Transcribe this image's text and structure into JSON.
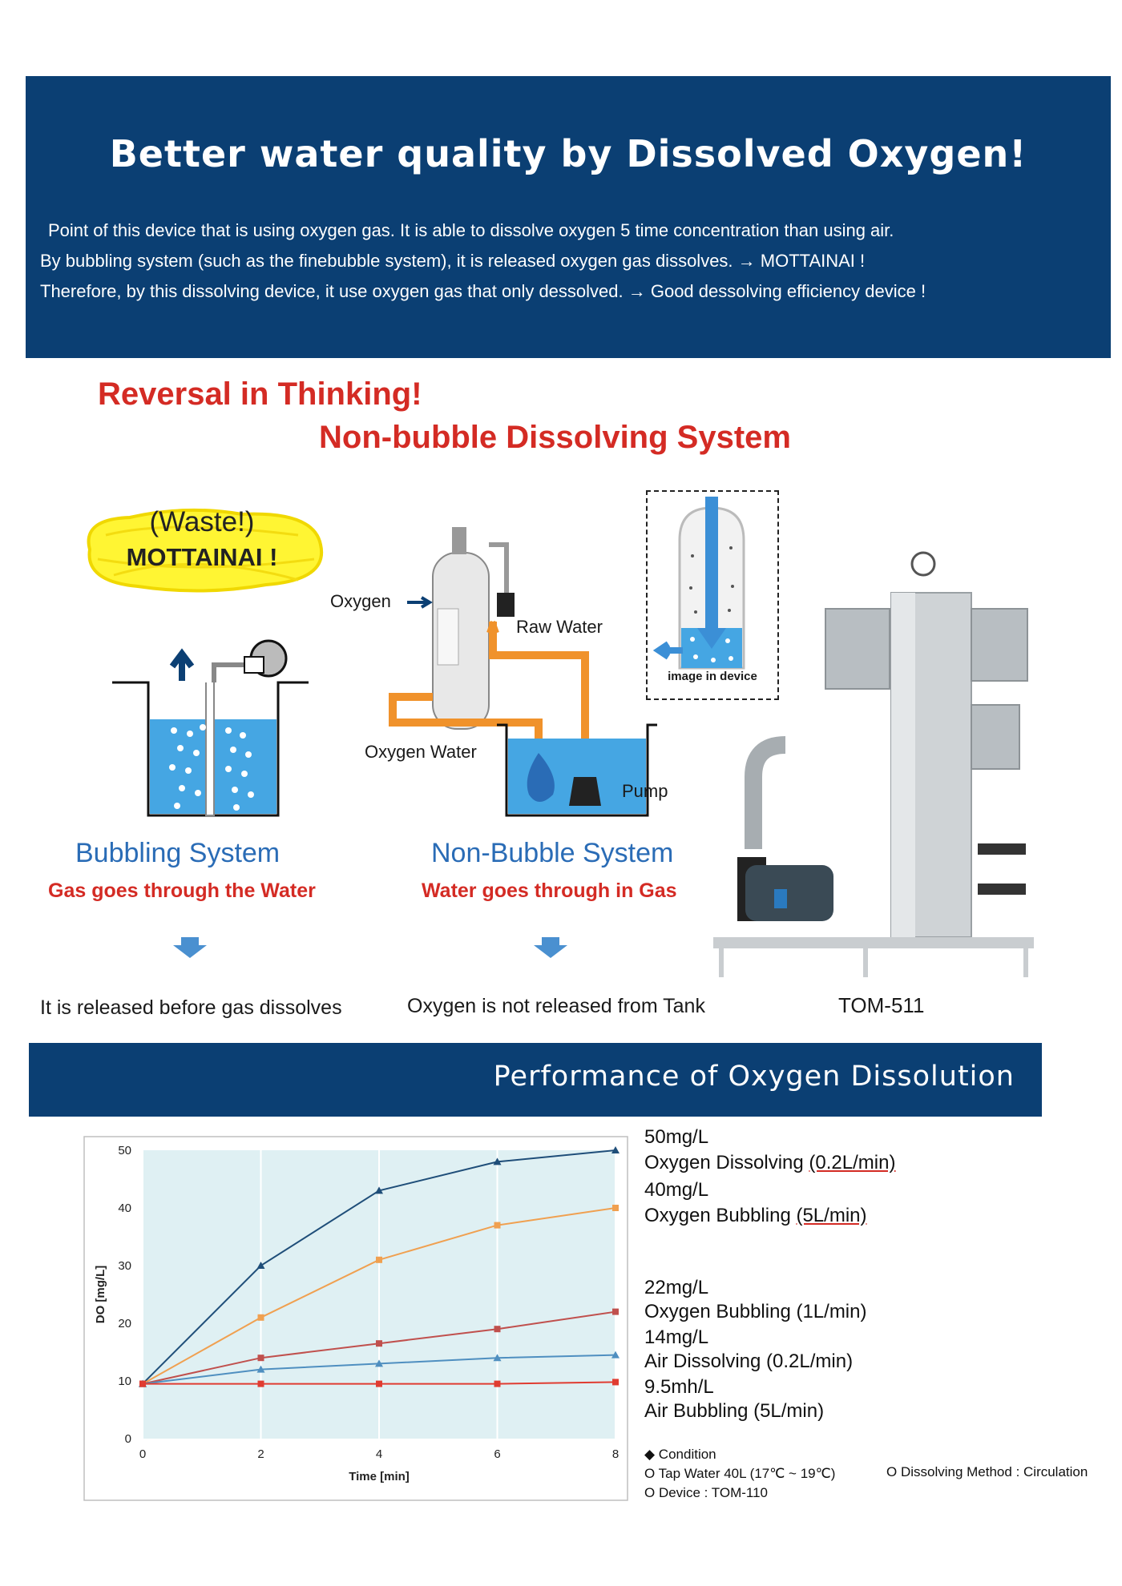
{
  "header": {
    "title": "Better water quality by Dissolved Oxygen!",
    "line1": "Point of this device that is using oxygen gas.  It is able to dissolve oxygen 5 time concentration than using air.",
    "line2": "By bubbling system (such as the finebubble system), it is released oxygen gas dissolves.  → MOTTAINAI !",
    "line3": "Therefore, by this dissolving device, it use oxygen gas that only dessolved.  → Good dessolving efficiency device !"
  },
  "headline": {
    "line1": "Reversal in Thinking!",
    "line2": "Non-bubble Dissolving System"
  },
  "waste": {
    "line1": "(Waste!)",
    "line2": "MOTTAINAI !"
  },
  "diagram": {
    "oxygen": "Oxygen",
    "raw_water": "Raw Water",
    "oxygen_water": "Oxygen Water",
    "pump": "Pump",
    "image_caption": "image in device"
  },
  "bubbling": {
    "title": "Bubbling System",
    "subtitle": "Gas goes through the Water",
    "result": "It is released before gas dissolves"
  },
  "nonbubble": {
    "title": "Non-Bubble System",
    "subtitle": "Water goes through in Gas",
    "result": "Oxygen is not released from Tank"
  },
  "product": {
    "name": "TOM-511"
  },
  "performance": {
    "title": "Performance of Oxygen Dissolution"
  },
  "legend": {
    "v1": "50mg/L",
    "n1": "Oxygen Dissolving ",
    "u1": "(0.2L/min)",
    "v2": "40mg/L",
    "n2": "Oxygen Bubbling ",
    "u2": "(5L/min)",
    "v3": "22mg/L",
    "n3": "Oxygen Bubbling (1L/min)",
    "v4": "14mg/L",
    "n4": "Air Dissolving (0.2L/min)",
    "v5": "9.5mh/L",
    "n5": "Air Bubbling (5L/min)"
  },
  "conditions": {
    "heading": "◆ Condition",
    "c1": "O Tap Water 40L (17℃ ~ 19℃)",
    "c2": "O Dissolving Method : Circulation",
    "c3": "O Device : TOM-110"
  },
  "chart_data": {
    "type": "line",
    "xlabel": "Time [min]",
    "ylabel": "DO [mg/L]",
    "xlim": [
      0,
      8
    ],
    "ylim": [
      0,
      50
    ],
    "x_ticks": [
      0,
      2,
      4,
      6,
      8
    ],
    "y_ticks": [
      0,
      10,
      20,
      30,
      40,
      50
    ],
    "grid": "vertical",
    "plot_background": "#dff0f3",
    "series": [
      {
        "x": [
          0,
          2,
          4,
          6,
          8
        ],
        "values": [
          9.5,
          30,
          43,
          48,
          50
        ],
        "color": "#1f4e79",
        "marker": "triangle"
      },
      {
        "x": [
          0,
          2,
          4,
          6,
          8
        ],
        "values": [
          9.5,
          21,
          31,
          37,
          40
        ],
        "color": "#f0a050",
        "marker": "square"
      },
      {
        "x": [
          0,
          2,
          4,
          6,
          8
        ],
        "values": [
          9.5,
          14,
          16.5,
          19,
          22
        ],
        "color": "#c0504d",
        "marker": "square"
      },
      {
        "x": [
          0,
          2,
          4,
          6,
          8
        ],
        "values": [
          9.5,
          12,
          13,
          14,
          14.5
        ],
        "color": "#4f8fc0",
        "marker": "triangle"
      },
      {
        "x": [
          0,
          2,
          4,
          6,
          8
        ],
        "values": [
          9.5,
          9.5,
          9.5,
          9.5,
          9.8
        ],
        "color": "#e03c31",
        "marker": "square"
      }
    ]
  }
}
